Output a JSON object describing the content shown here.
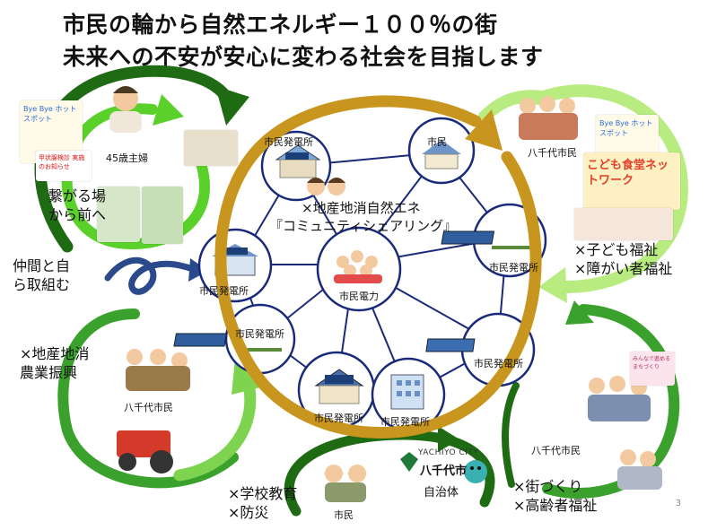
{
  "title": {
    "line1": "市民の輪から自然エネルギー１００％の街",
    "line2": "未来への不安が安心に変わる社会を目指します"
  },
  "center": {
    "heading_line1": "×地産地消自然エネ",
    "heading_line2": "『コミュニティシェアリング』",
    "hub_label": "市民電力"
  },
  "nodes": {
    "top_left": "市民発電所",
    "top_right": "市民",
    "right": "市民発電所",
    "left": "市民発電所",
    "lower_left": "市民発電所",
    "lower_right": "市民発電所",
    "bottom_left": "市民発電所",
    "bottom_right": "市民発電所"
  },
  "top_left_cluster": {
    "person_caption": "45歳主婦",
    "flyer_text": "Bye Bye ホットスポット",
    "flyer_red_text": "甲状腺検診 実施のお知らせ",
    "label_line1": "繋がる場",
    "label_line2": "から前へ",
    "arrow_label_line1": "仲間と自",
    "arrow_label_line2": "ら取組む"
  },
  "top_right_cluster": {
    "flyer_text": "Bye Bye ホットスポット",
    "caption": "八千代市民",
    "network_sign": "こども食堂ネットワーク",
    "label_line1": "×子ども福祉",
    "label_line2": "×障がい者福祉"
  },
  "left_cluster": {
    "label_line1": "×地産地消",
    "label_line2": "農業振興",
    "caption": "八千代市民"
  },
  "right_cluster": {
    "caption": "八千代市民",
    "poster_text": "みんなで進める まちづくり",
    "label_line1": "×街づくり",
    "label_line2": "×高齢者福祉"
  },
  "bottom_cluster": {
    "label_line1": "×学校教育",
    "label_line2": "×防災",
    "city_en": "YACHIYO CITY",
    "city_jp": "八千代市",
    "city_sub": "自治体",
    "caption": "市民"
  },
  "page_number": "3",
  "colors": {
    "gold_cycle": "#c8961e",
    "dark_green": "#1f6b14",
    "mid_green": "#3aa12c",
    "light_green": "#a7e36b",
    "navy_lines": "#1a2a7a",
    "navy_arrow": "#2a4a8c"
  }
}
